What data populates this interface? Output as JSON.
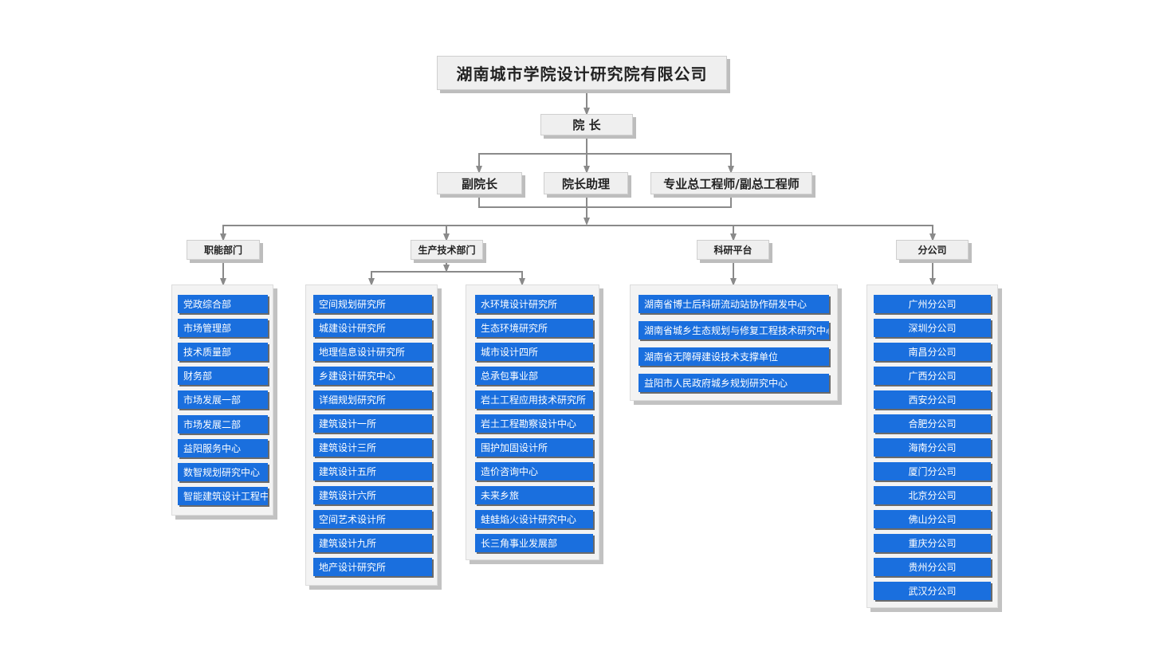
{
  "org": {
    "company": "湖南城市学院设计研究院有限公司",
    "director": "院 长",
    "level2": {
      "vice": "副院长",
      "assistant": "院长助理",
      "engineer": "专业总工程师/副总工程师"
    },
    "departments": {
      "functional": "职能部门",
      "production": "生产技术部门",
      "research": "科研平台",
      "branch": "分公司"
    }
  },
  "functional_items": [
    "党政综合部",
    "市场管理部",
    "技术质量部",
    "财务部",
    "市场发展一部",
    "市场发展二部",
    "益阳服务中心",
    "数智规划研究中心",
    "智能建筑设计工程中心"
  ],
  "production_left": [
    "空间规划研究所",
    "城建设计研究所",
    "地理信息设计研究所",
    "乡建设计研究中心",
    "详细规划研究所",
    "建筑设计一所",
    "建筑设计三所",
    "建筑设计五所",
    "建筑设计六所",
    "空间艺术设计所",
    "建筑设计九所",
    "地产设计研究所"
  ],
  "production_right": [
    "水环境设计研究所",
    "生态环境研究所",
    "城市设计四所",
    "总承包事业部",
    "岩土工程应用技术研究所",
    "岩土工程勘察设计中心",
    "围护加固设计所",
    "造价咨询中心",
    "未来乡旅",
    "蛙蛙焰火设计研究中心",
    "长三角事业发展部"
  ],
  "research_items": [
    "湖南省博士后科研流动站协作研发中心",
    "湖南省城乡生态规划与修复工程技术研究中心",
    "湖南省无障碍建设技术支撑单位",
    "益阳市人民政府城乡规划研究中心"
  ],
  "branch_items": [
    "广州分公司",
    "深圳分公司",
    "南昌分公司",
    "广西分公司",
    "西安分公司",
    "合肥分公司",
    "海南分公司",
    "厦门分公司",
    "北京分公司",
    "佛山分公司",
    "重庆分公司",
    "贵州分公司",
    "武汉分公司"
  ],
  "colors": {
    "item_blue": "#1a6fde",
    "box_gray": "#efefef",
    "line": "#8a8a8a"
  }
}
